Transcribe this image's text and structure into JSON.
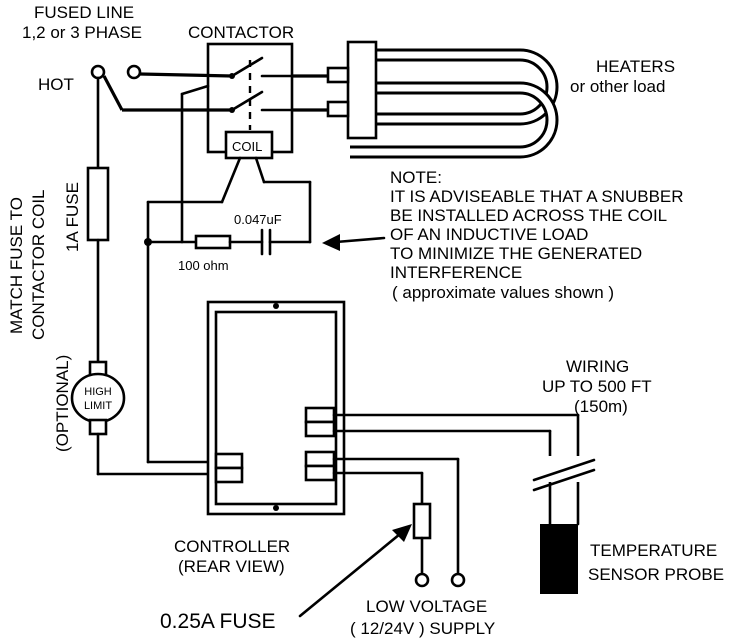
{
  "labels": {
    "fused_line_1": "FUSED LINE",
    "fused_line_2": "1,2 or 3 PHASE",
    "contactor": "CONTACTOR",
    "hot": "HOT",
    "heaters_1": "HEATERS",
    "heaters_2": "or other load",
    "coil": "COIL",
    "note_title": "NOTE:",
    "note_1": "IT IS ADVISEABLE THAT A SNUBBER",
    "note_2": "BE INSTALLED ACROSS THE COIL",
    "note_3": "OF AN INDUCTIVE LOAD",
    "note_4": "TO MINIMIZE THE GENERATED",
    "note_5": "INTERFERENCE",
    "note_6": "( approximate values shown )",
    "capacitor": "0.047uF",
    "resistor": "100 ohm",
    "match_fuse_1": "MATCH FUSE TO",
    "match_fuse_2": "CONTACTOR COIL",
    "fuse_1a": "1A FUSE",
    "optional": "(OPTIONAL)",
    "high": "HIGH",
    "limit": "LIMIT",
    "wiring_1": "WIRING",
    "wiring_2": "UP TO 500 FT",
    "wiring_3": "(150m)",
    "controller_1": "CONTROLLER",
    "controller_2": "(REAR VIEW)",
    "temp_1": "TEMPERATURE",
    "temp_2": "SENSOR PROBE",
    "fuse_025": "0.25A FUSE",
    "low_voltage_1": "LOW VOLTAGE",
    "low_voltage_2": "( 12/24V ) SUPPLY"
  }
}
